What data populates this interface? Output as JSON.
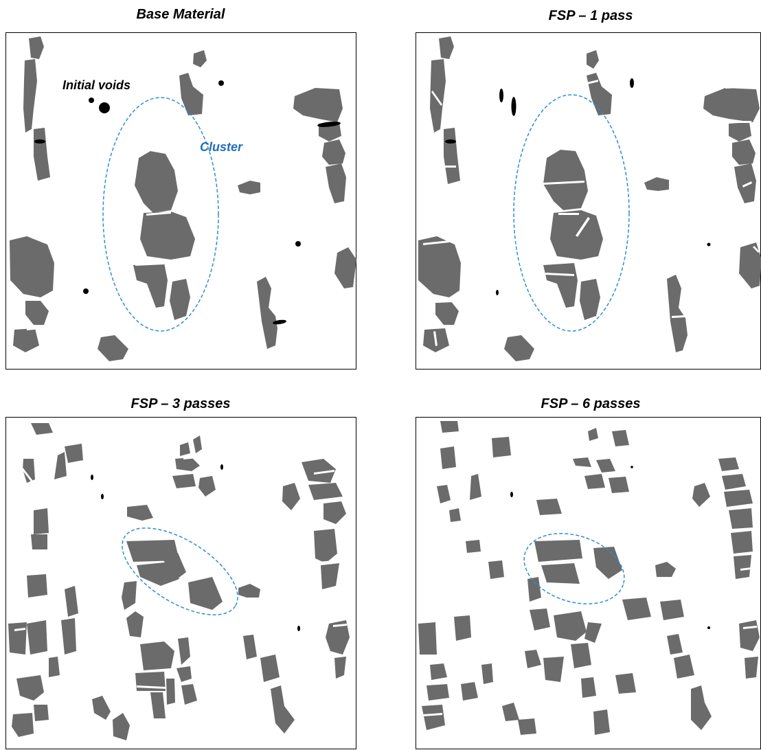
{
  "figure": {
    "panels": [
      {
        "title": "Base Material"
      },
      {
        "title": "FSP – 1 pass"
      },
      {
        "title": "FSP – 3 passes"
      },
      {
        "title": "FSP – 6 passes"
      }
    ],
    "annotations": {
      "initial_voids": "Initial voids",
      "cluster": "Cluster"
    },
    "colors": {
      "particle": "#6b6b6b",
      "particle_light": "#808080",
      "void": "#000000",
      "crack": "#ffffff",
      "cluster_outline": "#2e8bd6",
      "cluster_label": "#1f6fbf",
      "frame": "#000000"
    }
  }
}
